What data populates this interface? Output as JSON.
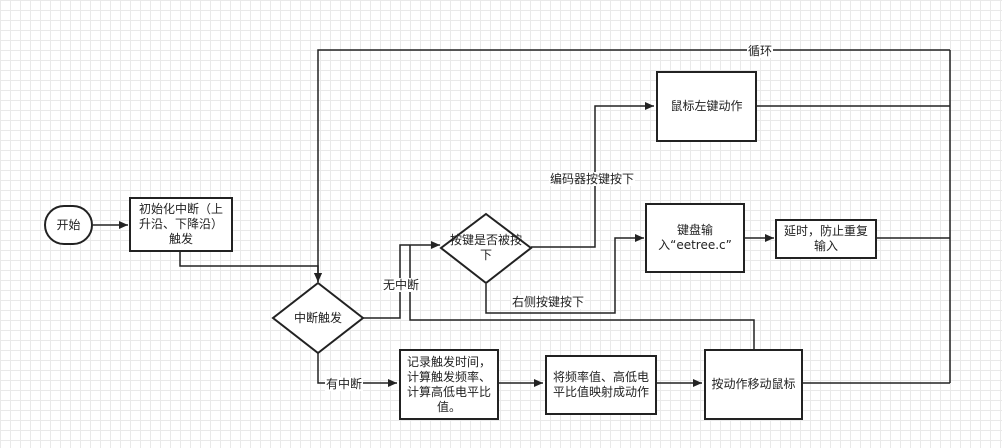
{
  "nodes": {
    "start": "开始",
    "init": "初始化中断（上升沿、下降沿）触发",
    "interrupt": "中断触发",
    "key_pressed": "按键是否被按下",
    "mouse_left": "鼠标左键动作",
    "keyboard": "键盘输入“eetree.c”",
    "delay": "延时，防止重复输入",
    "record": "记录触发时间，计算触发频率、计算高低电平比值。",
    "map": "将频率值、高低电平比值映射成动作",
    "move": "按动作移动鼠标"
  },
  "edge_labels": {
    "loop": "循环",
    "no_interrupt": "无中断",
    "has_interrupt": "有中断",
    "encoder_pressed": "编码器按键按下",
    "right_pressed": "右侧按键按下"
  },
  "colors": {
    "stroke": "#222222",
    "grid": "#e9e9e9",
    "fill": "#ffffff"
  }
}
